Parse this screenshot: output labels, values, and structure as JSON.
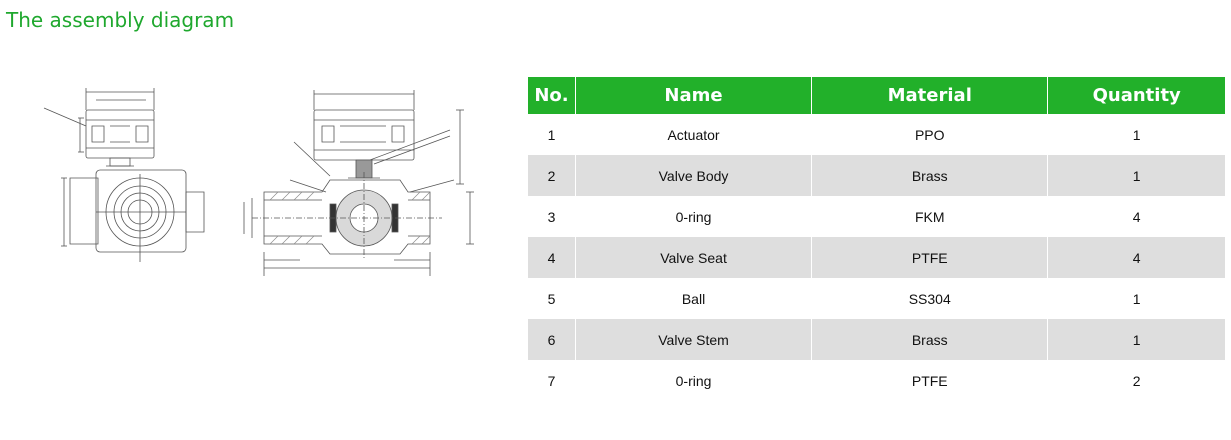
{
  "title": "The assembly diagram",
  "table": {
    "headers": [
      "No.",
      "Name",
      "Material",
      "Quantity"
    ],
    "rows": [
      {
        "no": "1",
        "name": "Actuator",
        "material": "PPO",
        "quantity": "1"
      },
      {
        "no": "2",
        "name": "Valve Body",
        "material": "Brass",
        "quantity": "1"
      },
      {
        "no": "3",
        "name": "0-ring",
        "material": "FKM",
        "quantity": "4"
      },
      {
        "no": "4",
        "name": "Valve Seat",
        "material": "PTFE",
        "quantity": "4"
      },
      {
        "no": "5",
        "name": "Ball",
        "material": "SS304",
        "quantity": "1"
      },
      {
        "no": "6",
        "name": "Valve Stem",
        "material": "Brass",
        "quantity": "1"
      },
      {
        "no": "7",
        "name": "0-ring",
        "material": "PTFE",
        "quantity": "2"
      }
    ]
  },
  "colors": {
    "accent": "#22b02a",
    "title": "#1fa82e",
    "row_shade": "#dedede"
  }
}
